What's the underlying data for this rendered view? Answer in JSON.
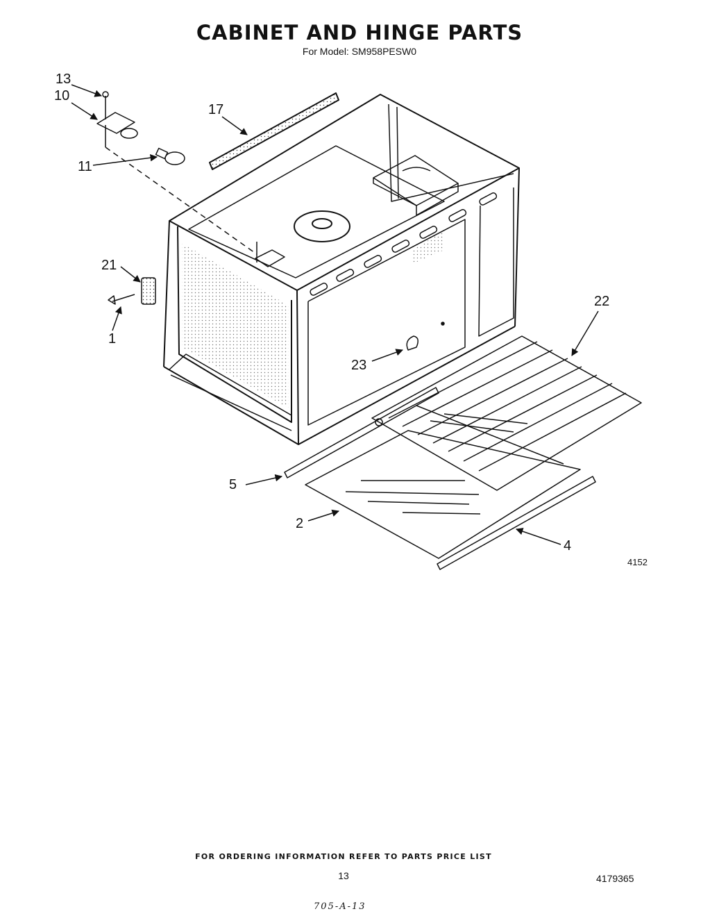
{
  "header": {
    "title": "CABINET AND HINGE PARTS",
    "subtitle": "For Model: SM958PESW0"
  },
  "callouts": [
    {
      "id": "13",
      "label": "13"
    },
    {
      "id": "10",
      "label": "10"
    },
    {
      "id": "11",
      "label": "11"
    },
    {
      "id": "17",
      "label": "17"
    },
    {
      "id": "21",
      "label": "21"
    },
    {
      "id": "1",
      "label": "1"
    },
    {
      "id": "22",
      "label": "22"
    },
    {
      "id": "23",
      "label": "23"
    },
    {
      "id": "5",
      "label": "5"
    },
    {
      "id": "2",
      "label": "2"
    },
    {
      "id": "4",
      "label": "4"
    }
  ],
  "drawing_number": "4152",
  "footer": {
    "ordering_note": "FOR ORDERING INFORMATION REFER TO PARTS PRICE LIST",
    "page_number": "13",
    "document_number": "4179365",
    "handwritten_code": "705-A-13"
  },
  "colors": {
    "line": "#111111",
    "background": "#ffffff"
  }
}
